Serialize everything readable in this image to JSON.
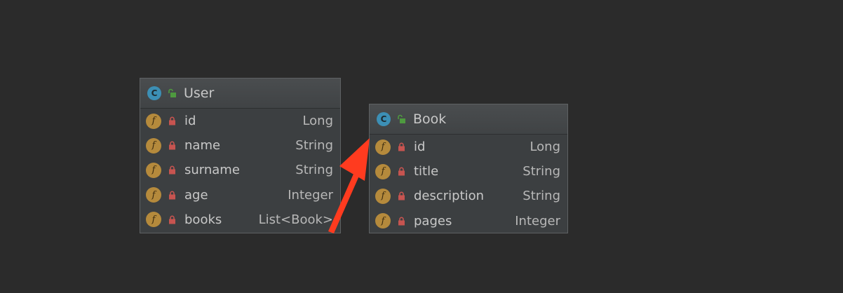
{
  "classes": [
    {
      "name": "User",
      "kind_glyph": "C",
      "fields": [
        {
          "name": "id",
          "type": "Long"
        },
        {
          "name": "name",
          "type": "String"
        },
        {
          "name": "surname",
          "type": "String"
        },
        {
          "name": "age",
          "type": "Integer"
        },
        {
          "name": "books",
          "type": "List<Book>"
        }
      ]
    },
    {
      "name": "Book",
      "kind_glyph": "C",
      "fields": [
        {
          "name": "id",
          "type": "Long"
        },
        {
          "name": "title",
          "type": "String"
        },
        {
          "name": "description",
          "type": "String"
        },
        {
          "name": "pages",
          "type": "Integer"
        }
      ]
    }
  ],
  "field_glyph": "f",
  "colors": {
    "background": "#2b2b2b",
    "class_icon": "#3c8fb5",
    "field_icon": "#b58a3c",
    "private_lock": "#c75450",
    "public_lock": "#4e9a3f",
    "arrow": "#ff3b1f"
  },
  "icons": {
    "class": "class-icon",
    "field": "field-icon",
    "visibility_public": "unlocked-icon",
    "visibility_private": "lock-icon"
  }
}
